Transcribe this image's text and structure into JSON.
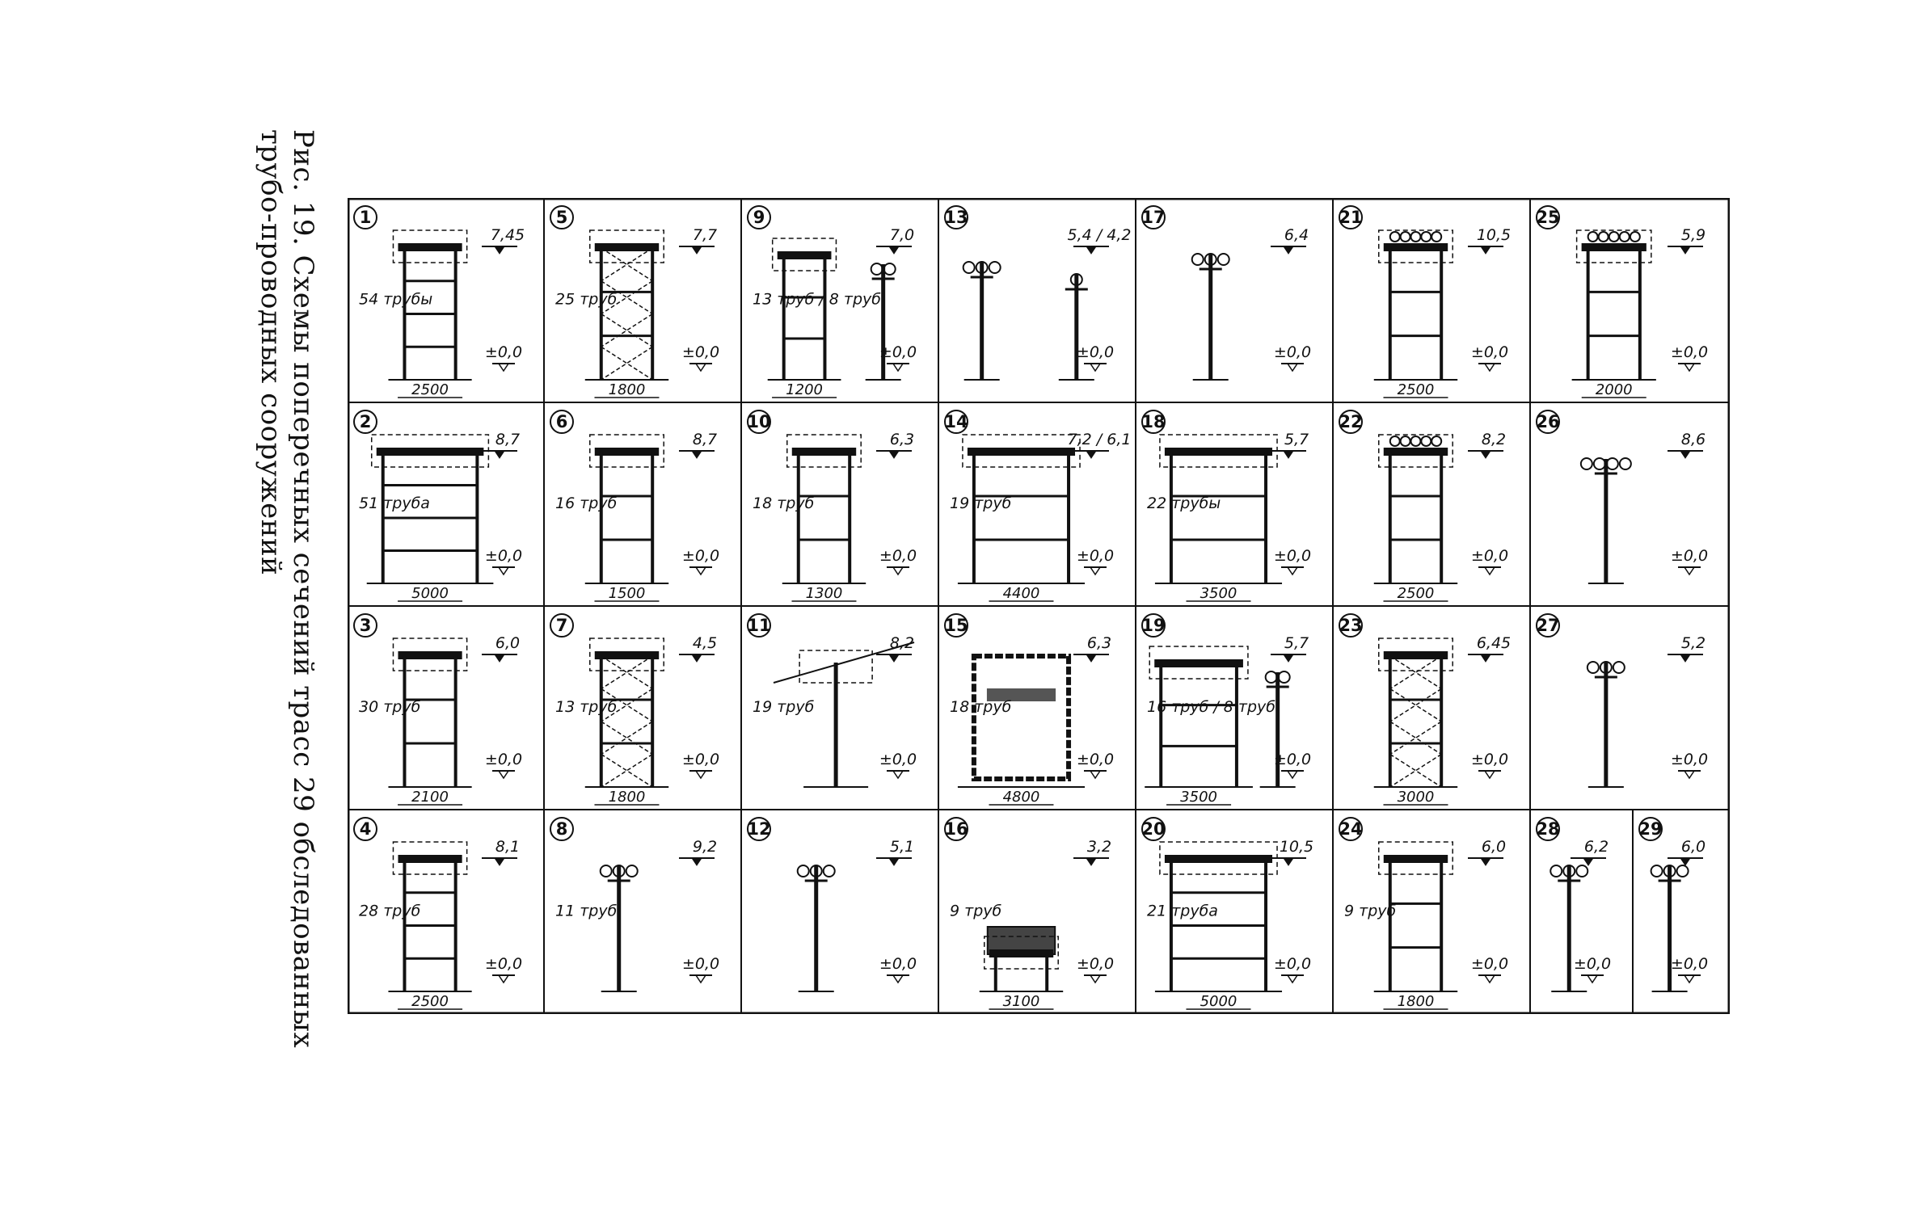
{
  "caption": {
    "text": "Рис. 19. Схемы поперечных сечений трасс 29 обследованных трубо-проводных сооружений"
  },
  "cells": [
    {
      "n": "1",
      "pipes": "54 трубы",
      "elev": "7,45",
      "width": "2500",
      "ground": "±0,0",
      "row": 0,
      "col": 0,
      "type": "frame2",
      "wide": false
    },
    {
      "n": "5",
      "pipes": "25 труб",
      "elev": "7,7",
      "width": "1800",
      "ground": "±0,0",
      "row": 0,
      "col": 1,
      "type": "truss",
      "wide": false
    },
    {
      "n": "9",
      "pipes": "13 труб / 8 труб",
      "elev": "7,0",
      "width": "1200",
      "ground": "±0,0",
      "row": 0,
      "col": 2,
      "type": "frame_pair",
      "wide": false
    },
    {
      "n": "13",
      "pipes": "",
      "elev": "5,4 / 4,2",
      "width": "",
      "ground": "±0,0",
      "row": 0,
      "col": 3,
      "type": "poles",
      "wide": false
    },
    {
      "n": "17",
      "pipes": "",
      "elev": "6,4",
      "width": "",
      "ground": "±0,0",
      "row": 0,
      "col": 4,
      "type": "pole",
      "wide": false
    },
    {
      "n": "21",
      "pipes": "",
      "elev": "10,5",
      "width": "2500",
      "ground": "±0,0",
      "row": 0,
      "col": 5,
      "type": "frame_tall",
      "wide": false
    },
    {
      "n": "25",
      "pipes": "",
      "elev": "5,9",
      "width": "2000",
      "ground": "±0,0",
      "row": 0,
      "col": 6,
      "type": "frame_tall",
      "wide": false
    },
    {
      "n": "2",
      "pipes": "51 труба",
      "elev": "8,7",
      "width": "5000",
      "ground": "±0,0",
      "row": 1,
      "col": 0,
      "type": "frame2",
      "wide": true
    },
    {
      "n": "6",
      "pipes": "16 труб",
      "elev": "8,7",
      "width": "1500",
      "ground": "±0,0",
      "row": 1,
      "col": 1,
      "type": "frame",
      "wide": false
    },
    {
      "n": "10",
      "pipes": "18 труб",
      "elev": "6,3",
      "width": "1300",
      "ground": "±0,0",
      "row": 1,
      "col": 2,
      "type": "frame",
      "wide": false
    },
    {
      "n": "14",
      "pipes": "19 труб",
      "elev": "7,2 / 6,1",
      "width": "4400",
      "ground": "±0,0",
      "row": 1,
      "col": 3,
      "type": "frame",
      "wide": true
    },
    {
      "n": "18",
      "pipes": "22 трубы",
      "elev": "5,7",
      "width": "3500",
      "ground": "±0,0",
      "row": 1,
      "col": 4,
      "type": "frame",
      "wide": true
    },
    {
      "n": "22",
      "pipes": "",
      "elev": "8,2",
      "width": "2500",
      "ground": "±0,0",
      "row": 1,
      "col": 5,
      "type": "frame_tall",
      "wide": false
    },
    {
      "n": "26",
      "pipes": "",
      "elev": "8,6",
      "width": "",
      "ground": "±0,0",
      "row": 1,
      "col": 6,
      "type": "mast",
      "wide": false
    },
    {
      "n": "3",
      "pipes": "30 труб",
      "elev": "6,0",
      "width": "2100",
      "ground": "±0,0",
      "row": 2,
      "col": 0,
      "type": "frame",
      "wide": false
    },
    {
      "n": "7",
      "pipes": "13 труб",
      "elev": "4,5",
      "width": "1800",
      "ground": "±0,0",
      "row": 2,
      "col": 1,
      "type": "truss",
      "wide": false
    },
    {
      "n": "11",
      "pipes": "19 труб",
      "elev": "8,2",
      "width": "",
      "ground": "±0,0",
      "row": 2,
      "col": 2,
      "type": "cantilever",
      "wide": false
    },
    {
      "n": "15",
      "pipes": "18 труб",
      "elev": "6,3",
      "width": "4800",
      "ground": "±0,0",
      "row": 2,
      "col": 3,
      "type": "gallery",
      "wide": true
    },
    {
      "n": "19",
      "pipes": "16 труб / 8 труб",
      "elev": "5,7",
      "width": "3500",
      "ground": "±0,0",
      "row": 2,
      "col": 4,
      "type": "frame_pair",
      "wide": true
    },
    {
      "n": "23",
      "pipes": "",
      "elev": "6,45",
      "width": "3000",
      "ground": "±0,0",
      "row": 2,
      "col": 5,
      "type": "truss",
      "wide": false
    },
    {
      "n": "27",
      "pipes": "",
      "elev": "5,2",
      "width": "",
      "ground": "±0,0",
      "row": 2,
      "col": 6,
      "type": "pole",
      "wide": false
    },
    {
      "n": "4",
      "pipes": "28 труб",
      "elev": "8,1",
      "width": "2500",
      "ground": "±0,0",
      "row": 3,
      "col": 0,
      "type": "frame2",
      "wide": false
    },
    {
      "n": "8",
      "pipes": "11 труб",
      "elev": "9,2",
      "width": "",
      "ground": "±0,0",
      "row": 3,
      "col": 1,
      "type": "pole",
      "wide": false
    },
    {
      "n": "12",
      "pipes": "",
      "elev": "5,1",
      "width": "",
      "ground": "±0,0",
      "row": 3,
      "col": 2,
      "type": "pole",
      "wide": false
    },
    {
      "n": "16",
      "pipes": "9 труб",
      "elev": "3,2",
      "width": "3100",
      "ground": "±0,0",
      "row": 3,
      "col": 3,
      "type": "low",
      "wide": false
    },
    {
      "n": "20",
      "pipes": "21 труба",
      "elev": "10,5",
      "width": "5000",
      "ground": "±0,0",
      "row": 3,
      "col": 4,
      "type": "frame2",
      "wide": true
    },
    {
      "n": "24",
      "pipes": "9 труб",
      "elev": "6,0",
      "width": "1800",
      "ground": "±0,0",
      "row": 3,
      "col": 5,
      "type": "frame",
      "wide": false
    },
    {
      "n": "28",
      "pipes": "",
      "elev": "6,2",
      "width": "",
      "ground": "±0,0",
      "row": 3,
      "col": 6,
      "type": "pole",
      "wide": false,
      "half": 0
    },
    {
      "n": "29",
      "pipes": "",
      "elev": "6,0",
      "width": "",
      "ground": "±0,0",
      "row": 3,
      "col": 6,
      "type": "pole",
      "wide": false,
      "half": 1
    }
  ]
}
